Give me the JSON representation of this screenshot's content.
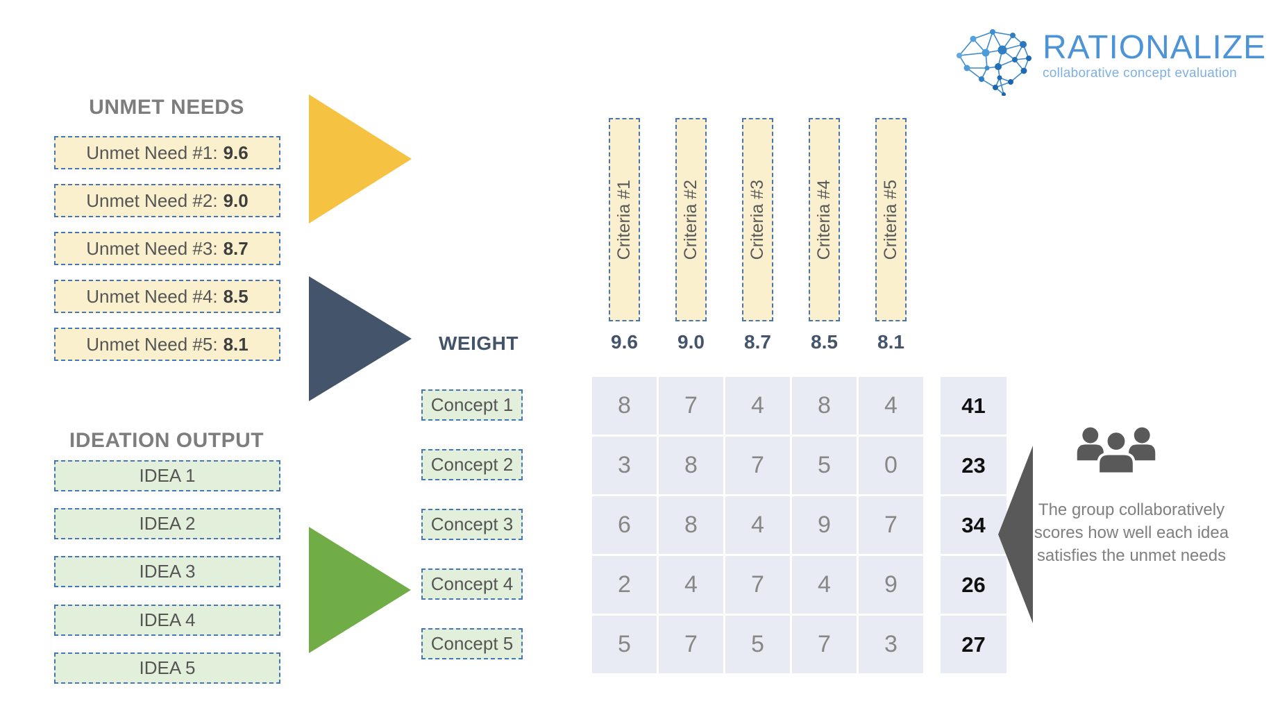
{
  "logo": {
    "brand": "RATIONALIZE",
    "tagline": "collaborative concept evaluation"
  },
  "unmet_needs": {
    "title": "UNMET NEEDS",
    "items": [
      {
        "label": "Unmet Need #1:",
        "value": "9.6"
      },
      {
        "label": "Unmet Need #2:",
        "value": "9.0"
      },
      {
        "label": "Unmet Need #3:",
        "value": "8.7"
      },
      {
        "label": "Unmet Need #4:",
        "value": "8.5"
      },
      {
        "label": "Unmet Need #5:",
        "value": "8.1"
      }
    ]
  },
  "ideation": {
    "title": "IDEATION OUTPUT",
    "items": [
      "IDEA 1",
      "IDEA 2",
      "IDEA 3",
      "IDEA 4",
      "IDEA 5"
    ]
  },
  "matrix": {
    "criteria": [
      "Criteria #1",
      "Criteria #2",
      "Criteria #3",
      "Criteria #4",
      "Criteria #5"
    ],
    "weight_label": "WEIGHT",
    "weights": [
      "9.6",
      "9.0",
      "8.7",
      "8.5",
      "8.1"
    ],
    "concepts": [
      "Concept 1",
      "Concept 2",
      "Concept 3",
      "Concept 4",
      "Concept 5"
    ],
    "scores": [
      [
        8,
        7,
        4,
        8,
        4
      ],
      [
        3,
        8,
        7,
        5,
        0
      ],
      [
        6,
        8,
        4,
        9,
        7
      ],
      [
        2,
        4,
        7,
        4,
        9
      ],
      [
        5,
        7,
        5,
        7,
        3
      ]
    ],
    "totals": [
      41,
      23,
      34,
      26,
      27
    ]
  },
  "annotation": {
    "lines": [
      "The group collaboratively",
      "scores how well each idea",
      "satisfies the unmet needs"
    ]
  },
  "colors": {
    "accent_yellow": "#F5C242",
    "accent_navy": "#44546A",
    "accent_green": "#70AD47",
    "accent_gray": "#595959",
    "box_cream": "#FAF0CE",
    "box_green": "#E2EFDA",
    "dashed_border": "#4575B2",
    "cell_bg": "#E9EBF4",
    "logo_blue": "#4D94D6"
  }
}
